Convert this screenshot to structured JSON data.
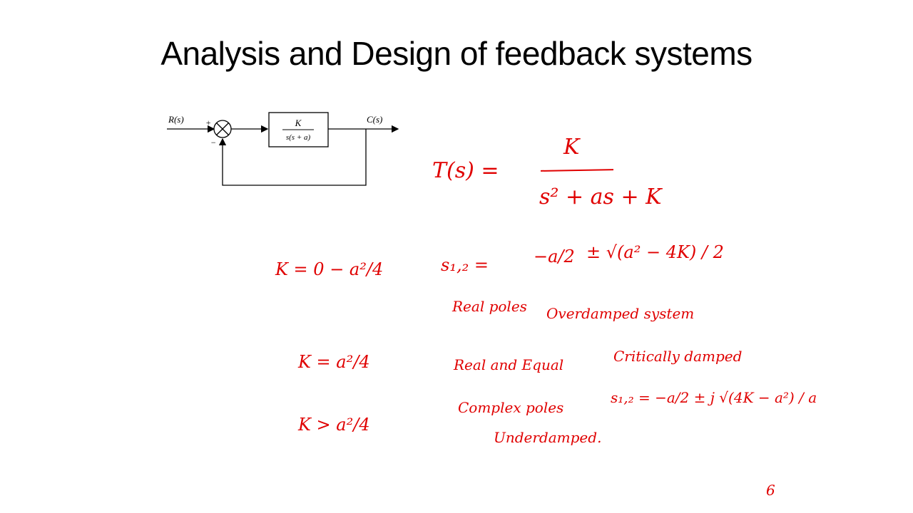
{
  "slide": {
    "title": "Analysis and Design of feedback systems"
  },
  "block_diagram": {
    "input_label": "R(s)",
    "output_label": "C(s)",
    "plus_sign": "+",
    "minus_sign": "−",
    "block_numerator": "K",
    "block_denominator": "s(s + a)"
  },
  "annotations": {
    "color": "#e00000",
    "transfer_function": {
      "lhs": "T(s) =",
      "numerator": "K",
      "denominator": "s² + as + K"
    },
    "case1": {
      "condition": "K = 0 − a²/4",
      "roots_lhs": "s₁,₂ =",
      "roots_rhs_a": "−a/2",
      "roots_rhs_b": "± √(a² − 4K) / 2",
      "pole_type": "Real poles",
      "damping": "Overdamped system"
    },
    "case2": {
      "condition": "K = a²/4",
      "pole_type": "Real and Equal",
      "damping": "Critically damped"
    },
    "case3": {
      "condition": "K > a²/4",
      "pole_type": "Complex poles",
      "roots": "s₁,₂ = −a/2 ± j √(4K − a²) / a",
      "damping": "Underdamped."
    },
    "stray_mark": "6"
  }
}
